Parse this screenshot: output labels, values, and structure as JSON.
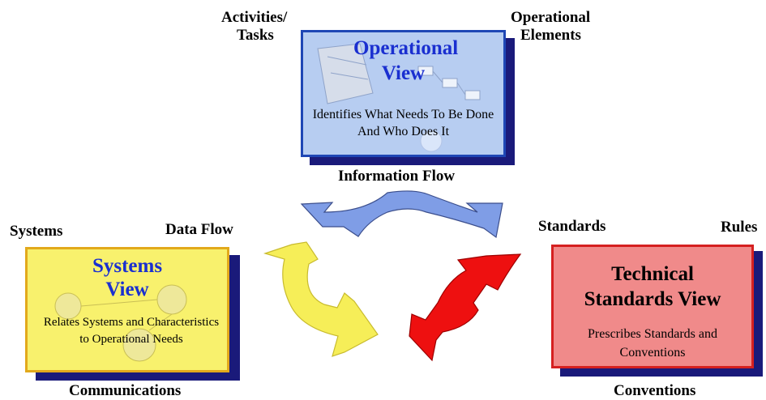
{
  "operational_view": {
    "title": "Operational View",
    "description_line1": "Identifies What Needs To Be Done",
    "description_line2": "And Who Does It",
    "colors": {
      "fill": "#b7cdf1",
      "border": "#1f47b5",
      "title": "#1a2fd0"
    }
  },
  "systems_view": {
    "title_line1": "Systems",
    "title_line2": "View",
    "description_line1": "Relates Systems and Characteristics",
    "description_line2": "to Operational Needs",
    "colors": {
      "fill": "#f8f16d",
      "border": "#e2a91c",
      "title": "#1a2fd0"
    }
  },
  "technical_view": {
    "title_line1": "Technical",
    "title_line2": "Standards View",
    "description_line1": "Prescribes Standards and",
    "description_line2": "Conventions",
    "colors": {
      "fill": "#f08a8a",
      "border": "#d52020",
      "title": "#000000"
    }
  },
  "labels": {
    "activities_line1": "Activities/",
    "activities_line2": "Tasks",
    "operational_elements_line1": "Operational",
    "operational_elements_line2": "Elements",
    "information_flow": "Information Flow",
    "systems": "Systems",
    "data_flow": "Data Flow",
    "communications": "Communications",
    "standards": "Standards",
    "rules": "Rules",
    "conventions": "Conventions"
  },
  "arrows": {
    "information_flow_color": "#7f9de6",
    "systems_arrow_color": "#f6ee58",
    "technical_arrow_color": "#ee1010"
  }
}
